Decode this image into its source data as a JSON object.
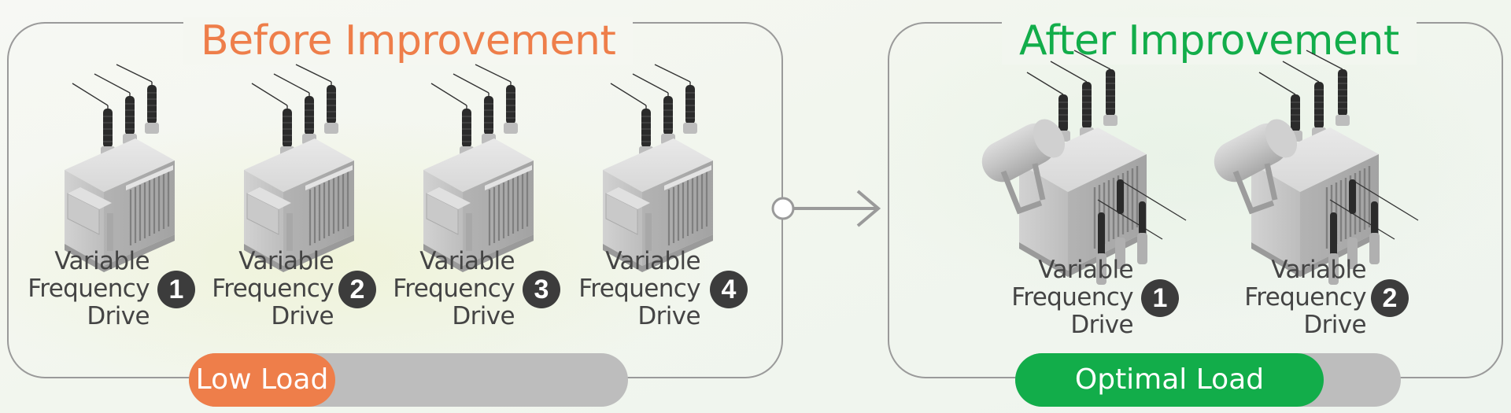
{
  "before": {
    "title": "Before Improvement",
    "title_color": "#ee7e4a",
    "drives": [
      {
        "line1": "Variable",
        "line2": "Frequency",
        "line3": "Drive",
        "number": "1"
      },
      {
        "line1": "Variable",
        "line2": "Frequency",
        "line3": "Drive",
        "number": "2"
      },
      {
        "line1": "Variable",
        "line2": "Frequency",
        "line3": "Drive",
        "number": "3"
      },
      {
        "line1": "Variable",
        "line2": "Frequency",
        "line3": "Drive",
        "number": "4"
      }
    ],
    "load_label": "Low Load",
    "load_color": "#ee7e4a"
  },
  "after": {
    "title": "After Improvement",
    "title_color": "#12ad4a",
    "drives": [
      {
        "line1": "Variable",
        "line2": "Frequency",
        "line3": "Drive",
        "number": "1"
      },
      {
        "line1": "Variable",
        "line2": "Frequency",
        "line3": "Drive",
        "number": "2"
      }
    ],
    "load_label": "Optimal Load",
    "load_color": "#12ad4a"
  }
}
